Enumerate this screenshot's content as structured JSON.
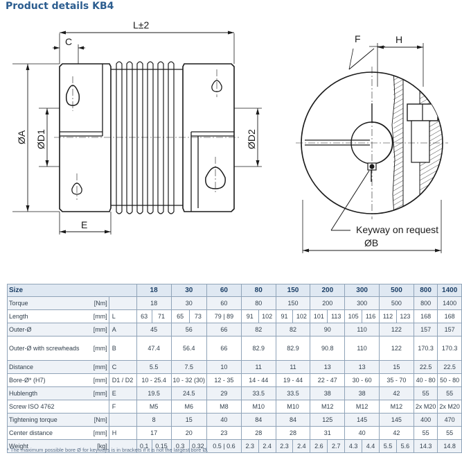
{
  "page": {
    "title": "Product details KB4"
  },
  "drawing": {
    "labels": {
      "L": "L±2",
      "C": "C",
      "A": "ØA",
      "D1": "ØD1",
      "D2": "ØD2",
      "E": "E",
      "F": "F",
      "H": "H",
      "keyway": "Keyway on request",
      "B": "ØB"
    }
  },
  "table": {
    "header_label": "Size",
    "sizes": [
      "18",
      "30",
      "60",
      "80",
      "150",
      "200",
      "300",
      "500",
      "800",
      "1400"
    ],
    "rows": [
      {
        "label": "Torque",
        "unit": "[Nm]",
        "symbol": "",
        "values": [
          "18",
          "30",
          "60",
          "80",
          "150",
          "200",
          "300",
          "500",
          "800",
          "1400"
        ]
      },
      {
        "label": "Length",
        "unit": "[mm]",
        "symbol": "L",
        "values": [
          [
            "63",
            "71"
          ],
          [
            "65",
            "73"
          ],
          [
            "79",
            "89"
          ],
          [
            "91",
            "102"
          ],
          [
            "91",
            "102"
          ],
          [
            "101",
            "113"
          ],
          [
            "105",
            "116"
          ],
          [
            "112",
            "123"
          ],
          "168",
          "168"
        ]
      },
      {
        "label": "Outer-Ø",
        "unit": "[mm]",
        "symbol": "A",
        "values": [
          "45",
          "56",
          "66",
          "82",
          "82",
          "90",
          "110",
          "122",
          "157",
          "157"
        ]
      },
      {
        "label": "Outer-Ø with screwheads",
        "unit": "[mm]",
        "symbol": "B",
        "values": [
          "47.4",
          "56.4",
          "66",
          "82.9",
          "82.9",
          "90.8",
          "110",
          "122",
          "170.3",
          "170.3"
        ]
      },
      {
        "label": "Distance",
        "unit": "[mm]",
        "symbol": "C",
        "values": [
          "5.5",
          "7.5",
          "10",
          "11",
          "11",
          "13",
          "13",
          "15",
          "22.5",
          "22.5"
        ]
      },
      {
        "label": "Bore-Ø* (H7)",
        "unit": "[mm]",
        "symbol": "D1 / D2",
        "values": [
          "10 - 25.4",
          "10 - 32 (30)",
          "12 - 35",
          "14 - 44",
          "19 - 44",
          "22 - 47",
          "30 - 60",
          "35 - 70",
          "40 - 80",
          "50 - 80"
        ]
      },
      {
        "label": "Hublength",
        "unit": "[mm]",
        "symbol": "E",
        "values": [
          "19.5",
          "24.5",
          "29",
          "33.5",
          "33.5",
          "38",
          "38",
          "42",
          "55",
          "55"
        ]
      },
      {
        "label": "Screw ISO 4762",
        "unit": "",
        "symbol": "F",
        "values": [
          "M5",
          "M6",
          "M8",
          "M10",
          "M10",
          "M12",
          "M12",
          "M12",
          "2x M20",
          "2x M20"
        ]
      },
      {
        "label": "Tightening torque",
        "unit": "[Nm]",
        "symbol": "",
        "values": [
          "8",
          "15",
          "40",
          "84",
          "84",
          "125",
          "145",
          "145",
          "400",
          "470"
        ]
      },
      {
        "label": "Center distance",
        "unit": "[mm]",
        "symbol": "H",
        "values": [
          "17",
          "20",
          "23",
          "28",
          "28",
          "31",
          "40",
          "42",
          "55",
          "55"
        ]
      },
      {
        "label": "Weight",
        "unit": "[kg]",
        "symbol": "",
        "values": [
          [
            "0.1",
            "0.15"
          ],
          [
            "0.3",
            "0.32"
          ],
          [
            "0.5",
            "0.6"
          ],
          [
            "2.3",
            "2.4"
          ],
          [
            "2.3",
            "2.4"
          ],
          [
            "2.6",
            "2.7"
          ],
          [
            "4.3",
            "4.4"
          ],
          [
            "5.5",
            "5.6"
          ],
          "14.3",
          "14.8"
        ]
      }
    ],
    "footnote": "* The maximum possible bore Ø for keyways is in brackets if it is not the largest bore Ø."
  }
}
